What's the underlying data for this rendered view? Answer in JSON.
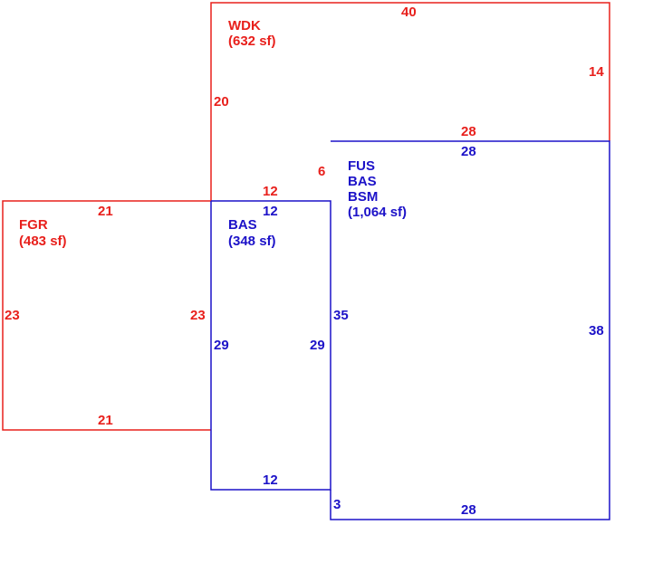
{
  "colors": {
    "red": "#e8201c",
    "blue": "#1c12c8"
  },
  "areas": {
    "wdk": {
      "code": "WDK",
      "size": "(632 sf)"
    },
    "fgr": {
      "code": "FGR",
      "size": "(483 sf)"
    },
    "bas_small": {
      "code": "BAS",
      "size": "(348 sf)"
    },
    "main": {
      "line1": "FUS",
      "line2": "BAS",
      "line3": "BSM",
      "size": "(1,064 sf)"
    }
  },
  "dimensions": {
    "wdk_top": "40",
    "wdk_right": "14",
    "wdk_left": "20",
    "wdk_lower": "28",
    "wdk_notch_v": "6",
    "wdk_notch_h": "12",
    "fgr_top": "21",
    "fgr_bottom": "21",
    "fgr_left": "23",
    "fgr_right": "23",
    "bas_top": "12",
    "bas_left": "29",
    "bas_right": "29",
    "bas_bottom": "12",
    "main_top": "28",
    "main_left": "35",
    "main_right": "38",
    "main_bottom": "28",
    "main_step": "3"
  }
}
